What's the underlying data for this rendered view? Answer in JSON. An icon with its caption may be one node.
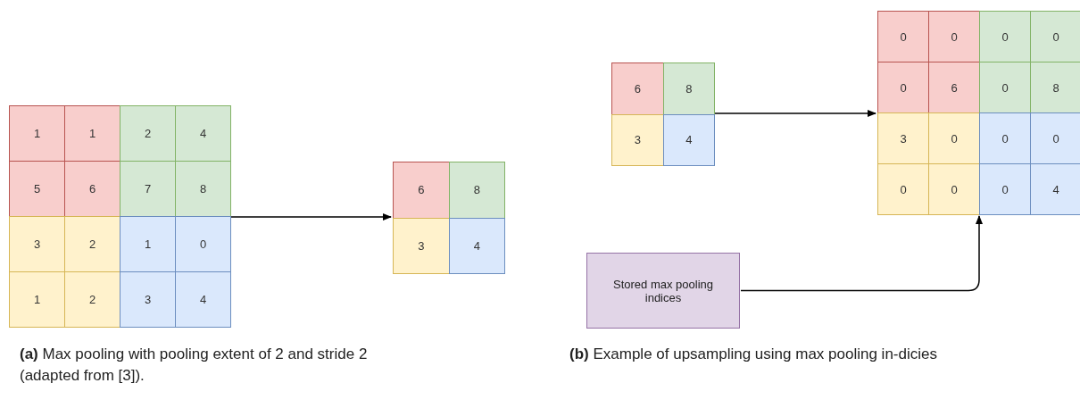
{
  "diagram": {
    "nodes": [
      {
        "text": [],
        "shape": "box"
      },
      {
        "text": [
          "1"
        ],
        "in": 0
      },
      {
        "text": [
          "1"
        ],
        "in": 0
      },
      {
        "text": [
          "2"
        ],
        "in": 0
      },
      {
        "text": [
          "4"
        ],
        "in": 0
      },
      {
        "text": [
          "5"
        ],
        "in": 0
      },
      {
        "text": [
          "6"
        ],
        "in": 0
      },
      {
        "text": [
          "7"
        ],
        "in": 0
      },
      {
        "text": [
          "8"
        ],
        "in": 0
      },
      {
        "text": [
          "3"
        ],
        "in": 0
      },
      {
        "text": [
          "2"
        ],
        "in": 0
      },
      {
        "text": [
          "1"
        ],
        "in": 0
      },
      {
        "text": [
          "0"
        ],
        "in": 0
      },
      {
        "text": [
          "1"
        ],
        "in": 0
      },
      {
        "text": [
          "2"
        ],
        "in": 0
      },
      {
        "text": [
          "3"
        ],
        "in": 0
      },
      {
        "text": [
          "4"
        ],
        "in": 0
      },
      {
        "text": [],
        "shape": "box"
      },
      {
        "text": [
          "6"
        ],
        "in": 17
      },
      {
        "text": [
          "8"
        ],
        "in": 17
      },
      {
        "text": [
          "3"
        ],
        "in": 17
      },
      {
        "text": [
          "4"
        ],
        "in": 17
      },
      {
        "text": [],
        "shape": "box"
      },
      {
        "text": [
          "6"
        ],
        "in": 22
      },
      {
        "text": [
          "8"
        ],
        "in": 22
      },
      {
        "text": [
          "3"
        ],
        "in": 22
      },
      {
        "text": [
          "4"
        ],
        "in": 22
      },
      {
        "text": [],
        "shape": "box"
      },
      {
        "text": [
          "0"
        ],
        "in": 27
      },
      {
        "text": [
          "0"
        ],
        "in": 27
      },
      {
        "text": [
          "0"
        ],
        "in": 27
      },
      {
        "text": [
          "0"
        ],
        "in": 27
      },
      {
        "text": [
          "0"
        ],
        "in": 27
      },
      {
        "text": [
          "6"
        ],
        "in": 27
      },
      {
        "text": [
          "0"
        ],
        "in": 27
      },
      {
        "text": [
          "8"
        ],
        "in": 27
      },
      {
        "text": [
          "3"
        ],
        "in": 27
      },
      {
        "text": [
          "0"
        ],
        "in": 27
      },
      {
        "text": [
          "0"
        ],
        "in": 27
      },
      {
        "text": [
          "0"
        ],
        "in": 27
      },
      {
        "text": [
          "0"
        ],
        "in": 27
      },
      {
        "text": [
          "0"
        ],
        "in": 27
      },
      {
        "text": [
          "0"
        ],
        "in": 27
      },
      {
        "text": [
          "4"
        ],
        "in": 27
      },
      {
        "text": [
          "Stored max pooling indices"
        ]
      }
    ],
    "edges": [
      {
        "from": 0,
        "to": 17,
        "arrow": "to"
      },
      {
        "from": 22,
        "to": 27,
        "arrow": "to"
      },
      {
        "from": 44,
        "to": 27,
        "arrow": "to"
      }
    ],
    "labels": [
      "**(a)** Max pooling with pooling extent of 2 and stride 2 (adapted from [3]).",
      "**(b)** Example of upsampling using max pooling in-dicies"
    ]
  }
}
